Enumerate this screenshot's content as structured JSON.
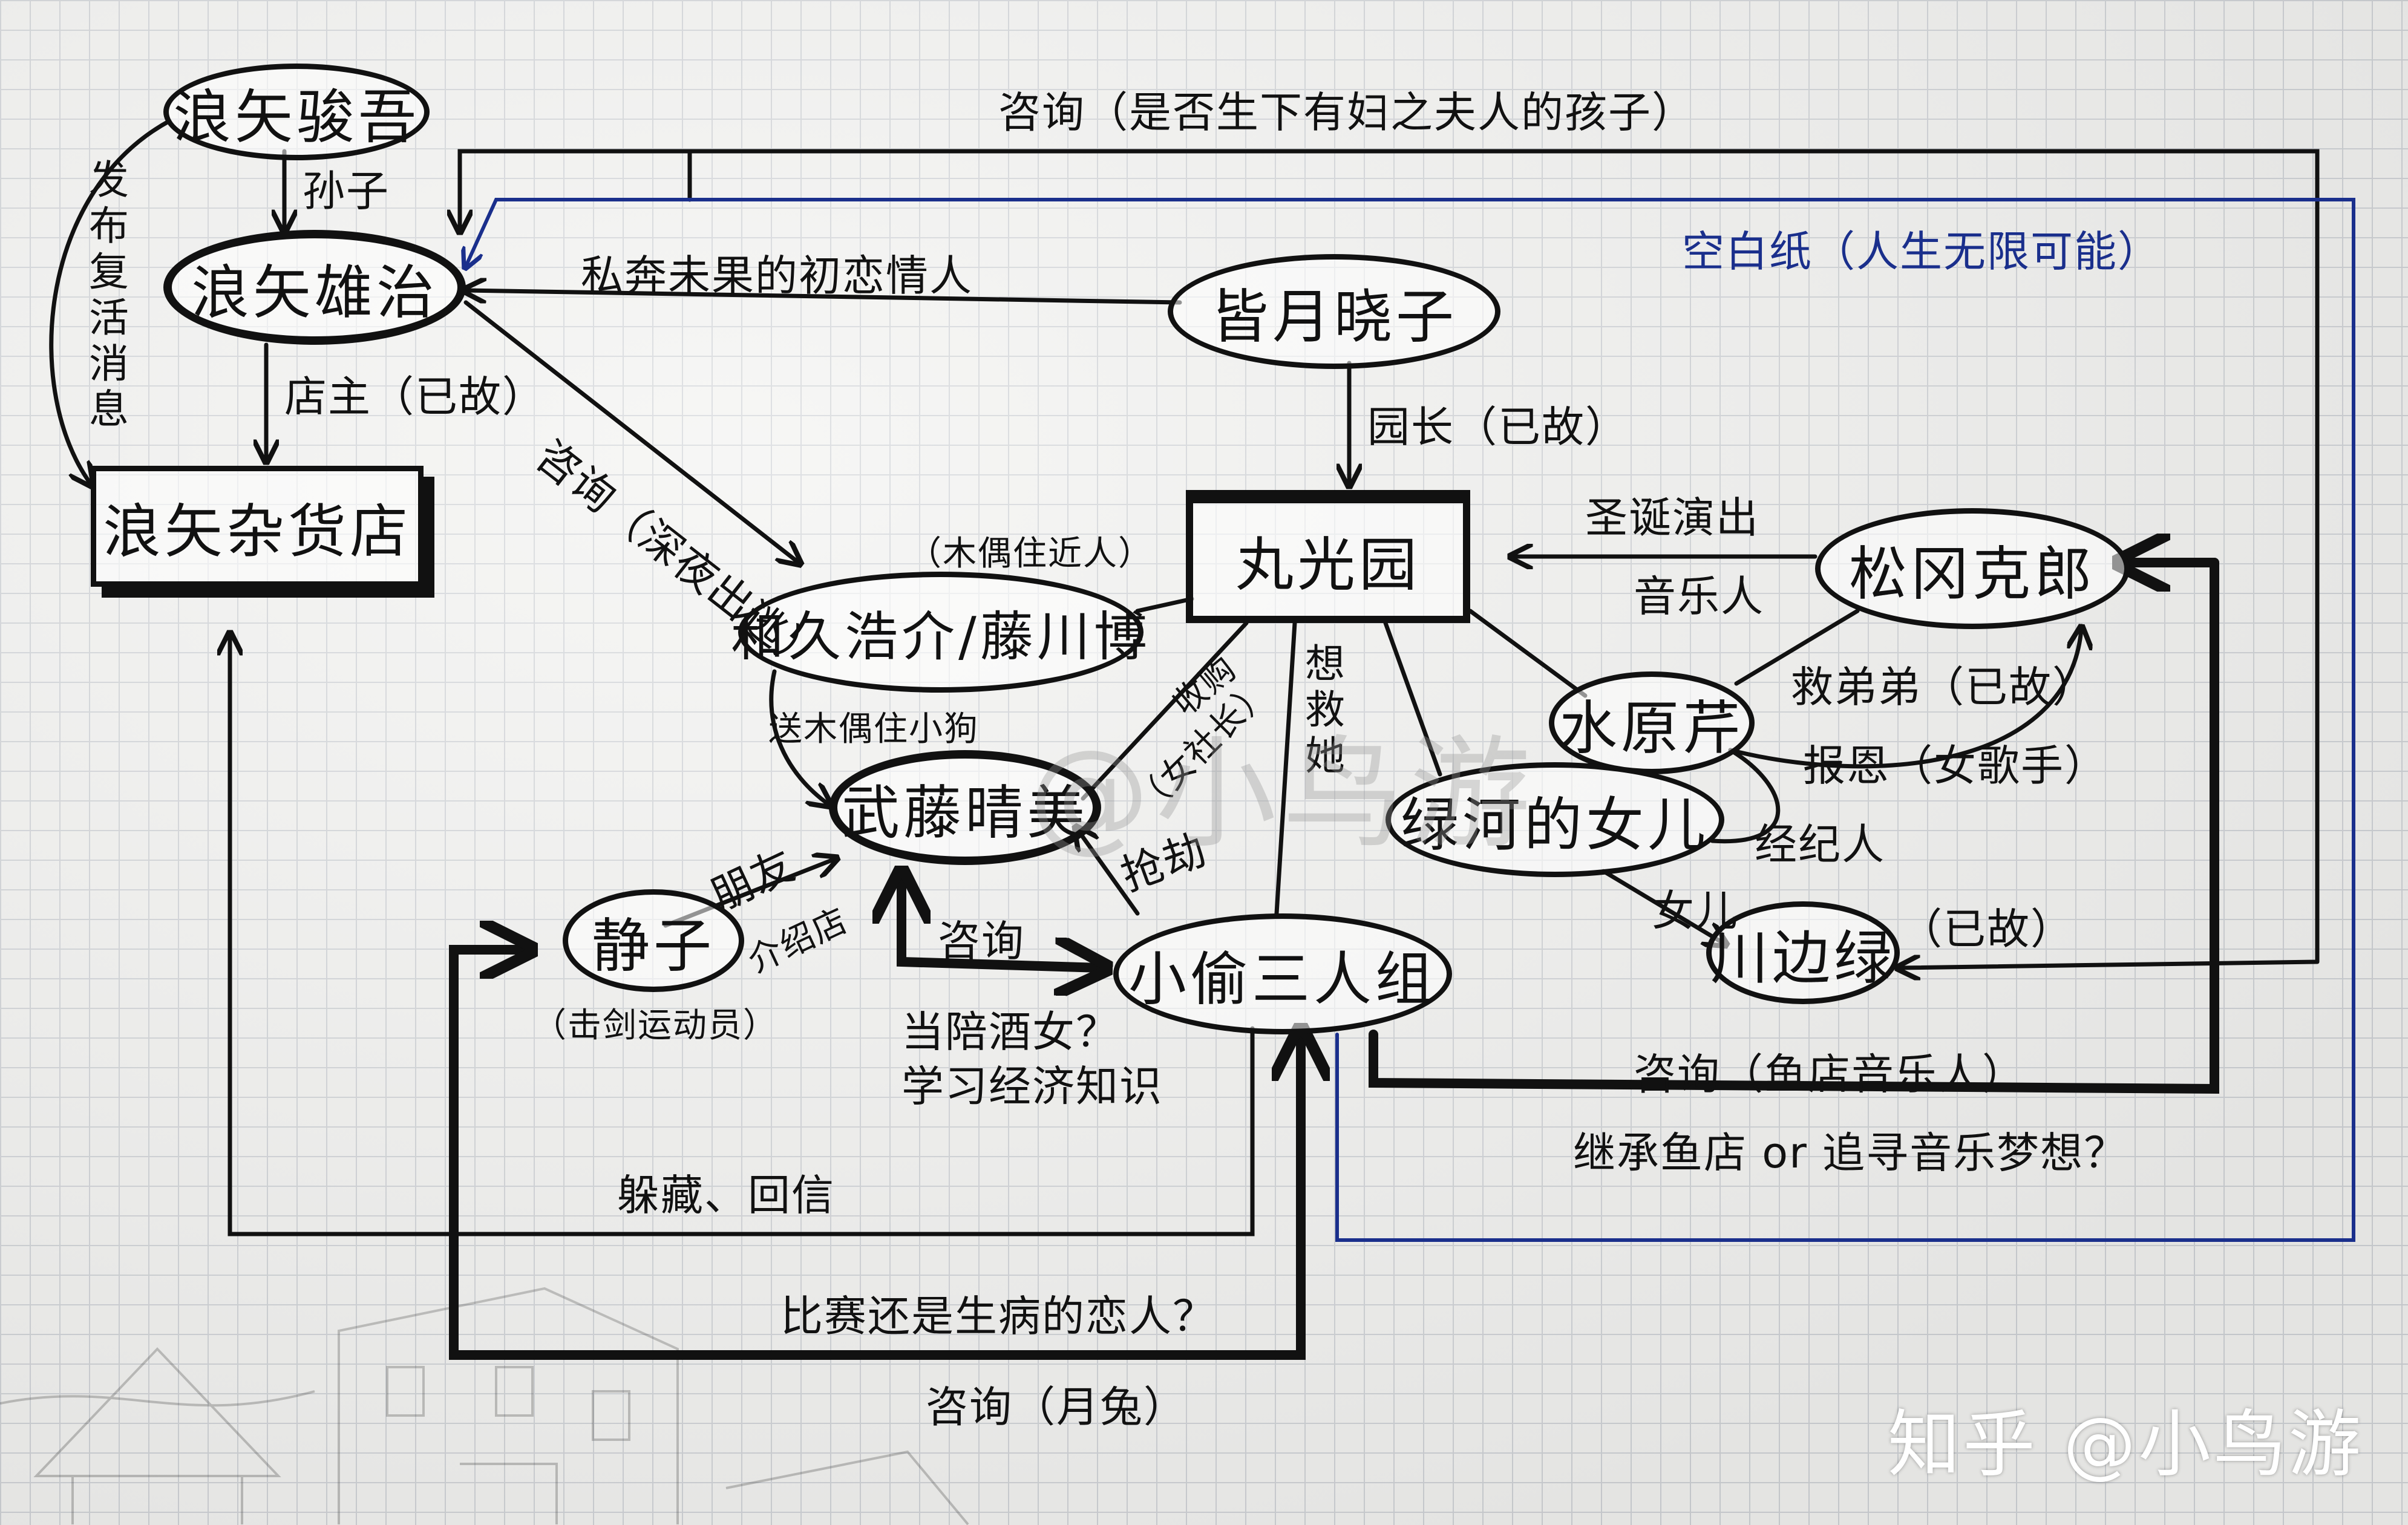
{
  "nodes": {
    "langshi_junwu": "浪矢骏吾",
    "langshi_xiongzhi": "浪矢雄治",
    "langshi_shop": "浪矢杂货店",
    "jieyue_xiaozi": "皆月晓子",
    "maruko_garden": "丸光园",
    "hejiu_haojie": "和久浩介/藤川博",
    "wuteng_qingmei": "武藤晴美",
    "jingzi": "静子",
    "thieves_trio": "小偷三人组",
    "songgang_kelang": "松冈克郎",
    "shuiyuan_fen": "水原芹",
    "lvhe_girl": "绿河的女儿",
    "chuanbian_lv": "川边绿"
  },
  "labels": {
    "consult_top": "咨询（是否生下有妇之夫人的孩子）",
    "blank_paper": "空白纸（人生无限可能）",
    "grandson": "孙子",
    "publish_reply": "发布复活消息",
    "elope_lover": "私奔未果的初恋情人",
    "shop_owner": "店主（已故）",
    "consult_elope": "咨询（深夜出逃）",
    "director": "园长（已故）",
    "christmas_show": "圣诞演出",
    "musician": "音乐人",
    "neighbor": "（木偶住近人）",
    "acquire": "收购",
    "female_president": "（女社长）",
    "stray_poor": "想救她",
    "save_brother": "救弟弟（已故）",
    "repay": "报恩（女歌手）",
    "send_puppet": "送木偶住小狗",
    "robbery": "抢劫",
    "agent": "经纪人",
    "friend": "朋友",
    "introduce": "介绍店",
    "consult_short": "咨询",
    "daughter": "女儿",
    "deceased": "（已故）",
    "fencer": "（击剑运动员）",
    "hostess_q": "当陪酒女？",
    "learn_econ": "学习经济知识",
    "consult_fish": "咨询（鱼店音乐人）",
    "inherit_or_dream": "继承鱼店 or 追寻音乐梦想？",
    "hide_reply": "躲藏、回信",
    "match_or_lover": "比赛还是生病的恋人？",
    "consult_moon": "咨询（月兔）"
  },
  "watermark": "知乎 @小鸟游",
  "watermark_faint": "@小鸟游",
  "colors": {
    "ink": "#111111",
    "blue_ink": "#1a2f8c",
    "grid": "#cfd2d6"
  }
}
